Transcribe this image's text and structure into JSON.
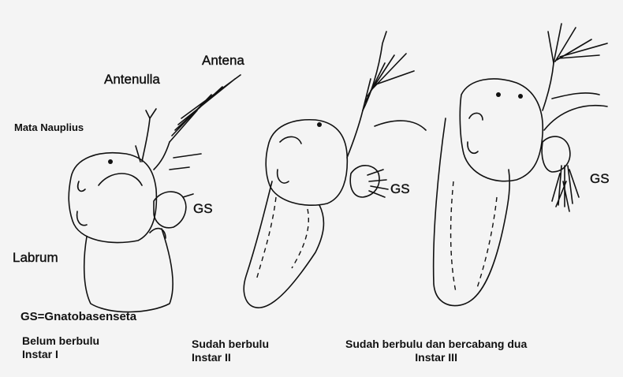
{
  "labels": {
    "antena": "Antena",
    "antenulla": "Antenulla",
    "mata_nauplius": "Mata Nauplius",
    "gs1": "GS",
    "gs2": "GS",
    "gs3": "GS",
    "labrum": "Labrum",
    "legend": "GS=Gnatobasenseta"
  },
  "captions": [
    {
      "line1": "Belum berbulu",
      "line2": "Instar I"
    },
    {
      "line1": "Sudah berbulu",
      "line2": "Instar II"
    },
    {
      "line1": "Sudah berbulu dan bercabang dua",
      "line2": "Instar III"
    }
  ]
}
